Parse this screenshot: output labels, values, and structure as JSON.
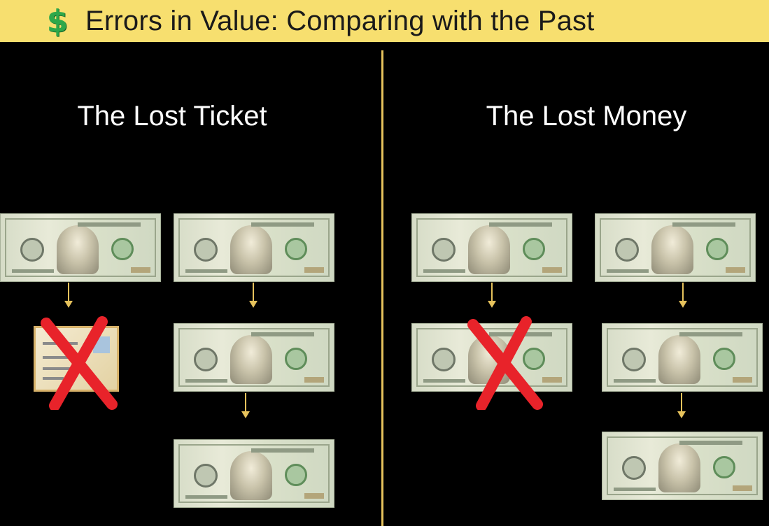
{
  "header": {
    "title": "Errors in Value: Comparing with the Past",
    "icon": "dollar-sign-icon",
    "icon_glyph": "$",
    "background_color": "#f7df6f",
    "icon_color": "#2fa84a"
  },
  "panels": [
    {
      "heading": "The Lost Ticket"
    },
    {
      "heading": "The Lost Money"
    }
  ],
  "colors": {
    "background": "#000000",
    "divider": "#e6c25c",
    "arrow": "#e6c25c",
    "cross": "#e8232a"
  }
}
